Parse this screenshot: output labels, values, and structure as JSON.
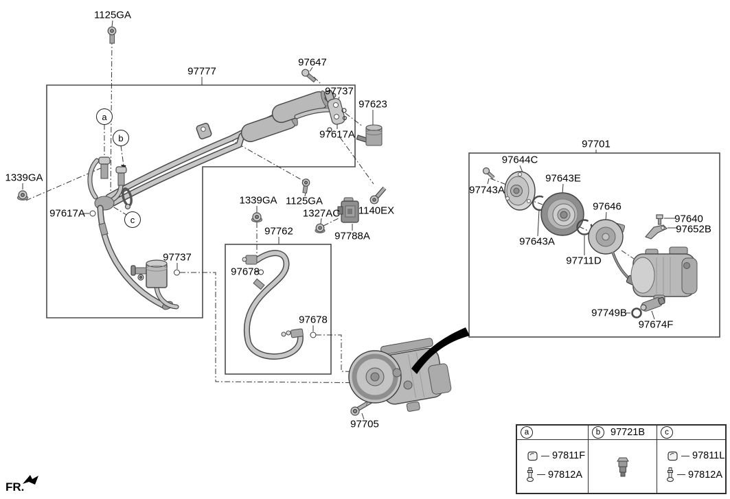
{
  "diagram": {
    "fr_label": "FR.",
    "callouts": {
      "a": "a",
      "b": "b",
      "c": "c"
    },
    "labels": [
      {
        "id": "1125GA-top",
        "text": "1125GA"
      },
      {
        "id": "97777",
        "text": "97777"
      },
      {
        "id": "97647",
        "text": "97647"
      },
      {
        "id": "97737-top",
        "text": "97737"
      },
      {
        "id": "97623",
        "text": "97623"
      },
      {
        "id": "97617A-top",
        "text": "97617A"
      },
      {
        "id": "1339GA-left",
        "text": "1339GA"
      },
      {
        "id": "97617A-left",
        "text": "97617A"
      },
      {
        "id": "97737-low",
        "text": "97737"
      },
      {
        "id": "1339GA-mid",
        "text": "1339GA"
      },
      {
        "id": "1125GA-mid",
        "text": "1125GA"
      },
      {
        "id": "1327AC",
        "text": "1327AC"
      },
      {
        "id": "1140EX",
        "text": "1140EX"
      },
      {
        "id": "97788A",
        "text": "97788A"
      },
      {
        "id": "97762",
        "text": "97762"
      },
      {
        "id": "97678-up",
        "text": "97678"
      },
      {
        "id": "97678-low",
        "text": "97678"
      },
      {
        "id": "97705",
        "text": "97705"
      },
      {
        "id": "97701",
        "text": "97701"
      },
      {
        "id": "97644C",
        "text": "97644C"
      },
      {
        "id": "97743A",
        "text": "97743A"
      },
      {
        "id": "97643E",
        "text": "97643E"
      },
      {
        "id": "97643A",
        "text": "97643A"
      },
      {
        "id": "97646",
        "text": "97646"
      },
      {
        "id": "97711D",
        "text": "97711D"
      },
      {
        "id": "97640",
        "text": "97640"
      },
      {
        "id": "97652B",
        "text": "97652B"
      },
      {
        "id": "97749B",
        "text": "97749B"
      },
      {
        "id": "97674F",
        "text": "97674F"
      }
    ]
  },
  "legend": {
    "col_a": {
      "letter": "a",
      "rows": [
        {
          "part": "97811F",
          "icon": "cap-icon"
        },
        {
          "part": "97812A",
          "icon": "valve-core-icon"
        }
      ]
    },
    "col_b": {
      "letter": "b",
      "part": "97721B",
      "icon": "pressure-sensor-icon"
    },
    "col_c": {
      "letter": "c",
      "rows": [
        {
          "part": "97811L",
          "icon": "cap-icon"
        },
        {
          "part": "97812A",
          "icon": "valve-core-icon"
        }
      ]
    }
  },
  "colors": {
    "line": "#3f3f3f",
    "part_light": "#c7c7c7",
    "part_mid": "#a8a8a8",
    "arrow": "#000000"
  }
}
